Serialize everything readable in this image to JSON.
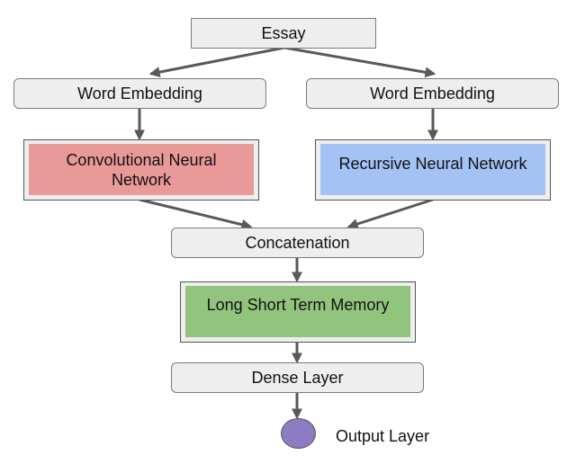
{
  "nodes": {
    "essay": "Essay",
    "word_embedding_left": "Word Embedding",
    "word_embedding_right": "Word Embedding",
    "cnn": "Convolutional Neural Network",
    "rnn": "Recursive Neural Network",
    "concatenation": "Concatenation",
    "lstm": "Long Short Term Memory",
    "dense": "Dense Layer",
    "output": "Output Layer"
  },
  "colors": {
    "cnn_fill": "#ea9999",
    "rnn_fill": "#a4c2f4",
    "lstm_fill": "#93c47d",
    "output_fill": "#8e7cc3",
    "node_fill": "#eeeeee",
    "arrow": "#595959"
  }
}
